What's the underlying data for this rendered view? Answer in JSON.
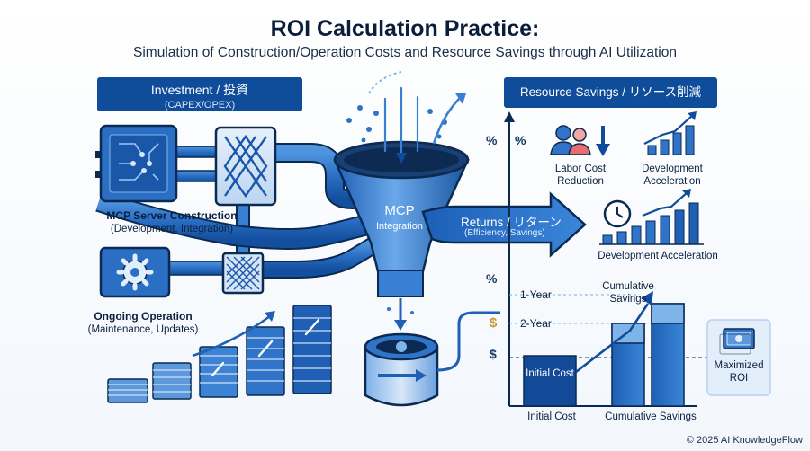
{
  "header": {
    "title": "ROI Calculation Practice:",
    "subtitle": "Simulation of Construction/Operation Costs and Resource Savings through AI Utilization"
  },
  "investment": {
    "banner_title": "Investment / 投資",
    "banner_sub": "(CAPEX/OPEX)",
    "construction_title": "MCP Server Construction",
    "construction_sub": "(Development, Integration)",
    "operation_title": "Ongoing Operation",
    "operation_sub": "(Maintenance, Updates)"
  },
  "funnel": {
    "title": "MCP",
    "sub": "Integration"
  },
  "returns": {
    "title": "Returns / リターン",
    "sub": "(Efficiency, Savings)"
  },
  "savings": {
    "banner": "Resource Savings / リソース削減",
    "labor_label": "Labor Cost Reduction",
    "dev_label_top": "Development Acceleration",
    "dev_label_mid": "Development Acceleration"
  },
  "roi_chart": {
    "axis_symbols": [
      "%",
      "%",
      "%",
      "$",
      "$"
    ],
    "tick_1": "1-Year",
    "tick_2": "2-Year",
    "initial_cost_bar": "Initial Cost",
    "cumulative_label": "Cumulative Savings",
    "x_initial": "Initial Cost",
    "x_cumulative": "Cumulative Savings",
    "result": "Maximized ROI"
  },
  "footer": {
    "copyright": "© 2025 AI KnowledgeFlow"
  },
  "colors": {
    "primary": "#0f4c99",
    "mid": "#2f74c8",
    "light": "#7fb4ea",
    "dark": "#0b2a52",
    "gold": "#c99a2a"
  }
}
